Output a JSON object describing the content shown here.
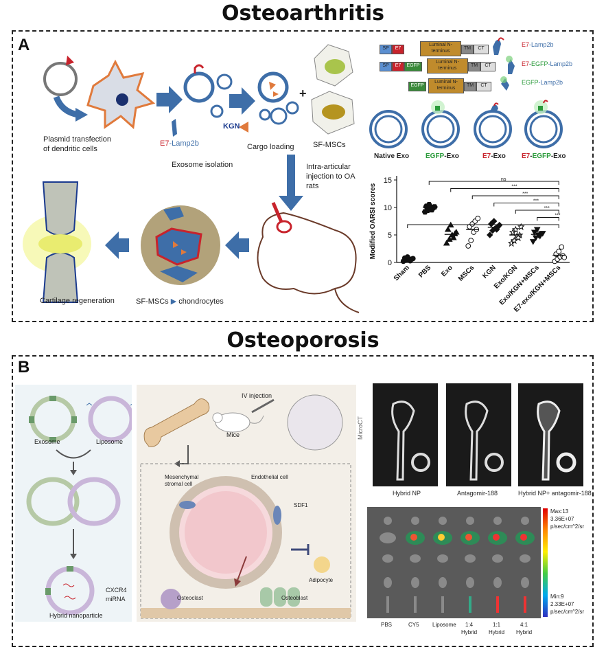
{
  "titles": {
    "oa": "Osteoarthritis",
    "op": "Osteoporosis"
  },
  "panelA": {
    "label": "A",
    "steps": {
      "transfection": [
        "Plasmid transfection",
        "of dendritic cells"
      ],
      "isolation_prefix": "E7",
      "isolation_suffix": "-Lamp2b",
      "isolation": "Exosome isolation",
      "kgn": "KGN",
      "cargo": "Cargo loading",
      "plus": "+",
      "sfmsc": "SF-MSCs",
      "injection": [
        "Intra-articular",
        "injection to OA",
        "rats"
      ],
      "chondro_left": "SF-MSCs",
      "chondro_right": "chondrocytes",
      "regen": "Cartilage regeneration"
    },
    "constructs": {
      "sp": "SP",
      "e7": "E7",
      "egfp": "EGFP",
      "luminal": "Luminal N-terminus",
      "tm": "TM",
      "ct": "CT",
      "legend1_a": "E7",
      "legend1_b": "-Lamp2b",
      "legend2_a": "E7",
      "legend2_b": "-",
      "legend2_c": "EGFP",
      "legend2_d": "-Lamp2b",
      "legend3_a": "EGFP",
      "legend3_b": "-Lamp2b"
    },
    "exo": {
      "native": "Native Exo",
      "egfp_a": "EGFP",
      "egfp_b": "-Exo",
      "e7_a": "E7",
      "e7_b": "-Exo",
      "combo_a": "E7",
      "combo_b": "-",
      "combo_c": "EGFP",
      "combo_d": "-Exo"
    },
    "colors": {
      "blue_arrow": "#3e6ea8",
      "red": "#c8232c",
      "green": "#2a9a3a",
      "cell_orange": "#e07a3c",
      "cell_fill": "#d9dde6"
    }
  },
  "chart_data": {
    "type": "scatter",
    "ylabel": "Modified OARSI scores",
    "ylim": [
      0,
      15
    ],
    "yticks": [
      0,
      5,
      10,
      15
    ],
    "categories": [
      "Sham",
      "PBS",
      "Exo",
      "MSCs",
      "KGN",
      "Exo/KGN",
      "Exo/KGN+MSCs",
      "E7-exo/KGN+MSCs"
    ],
    "markers": [
      "circle-filled",
      "hexagon-filled",
      "triangle-filled",
      "circle-open",
      "diamond-filled",
      "star-open",
      "triangle-down-filled",
      "circle-open"
    ],
    "values": [
      [
        0.2,
        0.4,
        0.5,
        0.6,
        0.8,
        1.0,
        0.3,
        0.7
      ],
      [
        9.2,
        9.5,
        9.8,
        10.0,
        10.2,
        10.5,
        9.6,
        10.1
      ],
      [
        3.5,
        4.2,
        5.0,
        5.2,
        6.0,
        6.8,
        4.5,
        5.5
      ],
      [
        3.0,
        4.0,
        5.5,
        6.0,
        6.5,
        7.0,
        7.5,
        8.0
      ],
      [
        5.0,
        5.8,
        6.2,
        6.5,
        7.0,
        7.5,
        6.0,
        6.8
      ],
      [
        3.5,
        4.0,
        4.8,
        5.0,
        5.5,
        6.0,
        4.5,
        6.5
      ],
      [
        3.8,
        4.5,
        5.0,
        5.2,
        5.5,
        6.0,
        4.8,
        5.3
      ],
      [
        0.2,
        0.6,
        1.0,
        1.2,
        1.5,
        2.0,
        2.8,
        0.9
      ]
    ],
    "means": [
      0.5,
      10.0,
      5.1,
      6.0,
      6.4,
      5.0,
      5.1,
      1.3
    ],
    "significance": [
      {
        "from": "PBS",
        "to": "E7-exo/KGN+MSCs",
        "label": "ns"
      },
      {
        "from": "Exo",
        "to": "E7-exo/KGN+MSCs",
        "label": "***"
      },
      {
        "from": "MSCs",
        "to": "E7-exo/KGN+MSCs",
        "label": "***"
      },
      {
        "from": "KGN",
        "to": "E7-exo/KGN+MSCs",
        "label": "***"
      },
      {
        "from": "Exo/KGN",
        "to": "E7-exo/KGN+MSCs",
        "label": "***"
      },
      {
        "from": "Exo/KGN+MSCs",
        "to": "E7-exo/KGN+MSCs",
        "label": "***"
      },
      {
        "from": "Sham",
        "to": "E7-exo/KGN+MSCs",
        "label": "***"
      }
    ]
  },
  "panelB": {
    "label": "B",
    "left": {
      "exosome": "Exosome",
      "liposome": "Liposome",
      "cxcr4": "CXCR4",
      "mirna": "miRNA",
      "hybrid": "Hybrid nanoparticle"
    },
    "middle": {
      "iv": "IV injection",
      "mice": "Mice",
      "msc": [
        "Mesenchymal",
        "stromal cell"
      ],
      "endo": "Endothelial cell",
      "sdf1": "SDF1",
      "adipocyte": "Adipocyte",
      "osteoclast": "Osteoclast",
      "osteoblast": "Osteoblast"
    },
    "microct": {
      "side": "MicroCT",
      "labels": [
        "Hybrid NP",
        "Antagomir-188",
        "Hybrid NP+ antagomir-188"
      ]
    },
    "ivis": {
      "max": [
        "Max:13",
        "3.36E+07",
        "p/sec/cm^2/sr"
      ],
      "min": [
        "Min:9",
        "2.33E+07",
        "p/sec/cm^2/sr"
      ],
      "groups": [
        [
          "PBS"
        ],
        [
          "CY5"
        ],
        [
          "Liposome"
        ],
        [
          "1:4",
          "Hybrid"
        ],
        [
          "1:1",
          "Hybrid"
        ],
        [
          "4:1",
          "Hybrid"
        ]
      ]
    }
  }
}
